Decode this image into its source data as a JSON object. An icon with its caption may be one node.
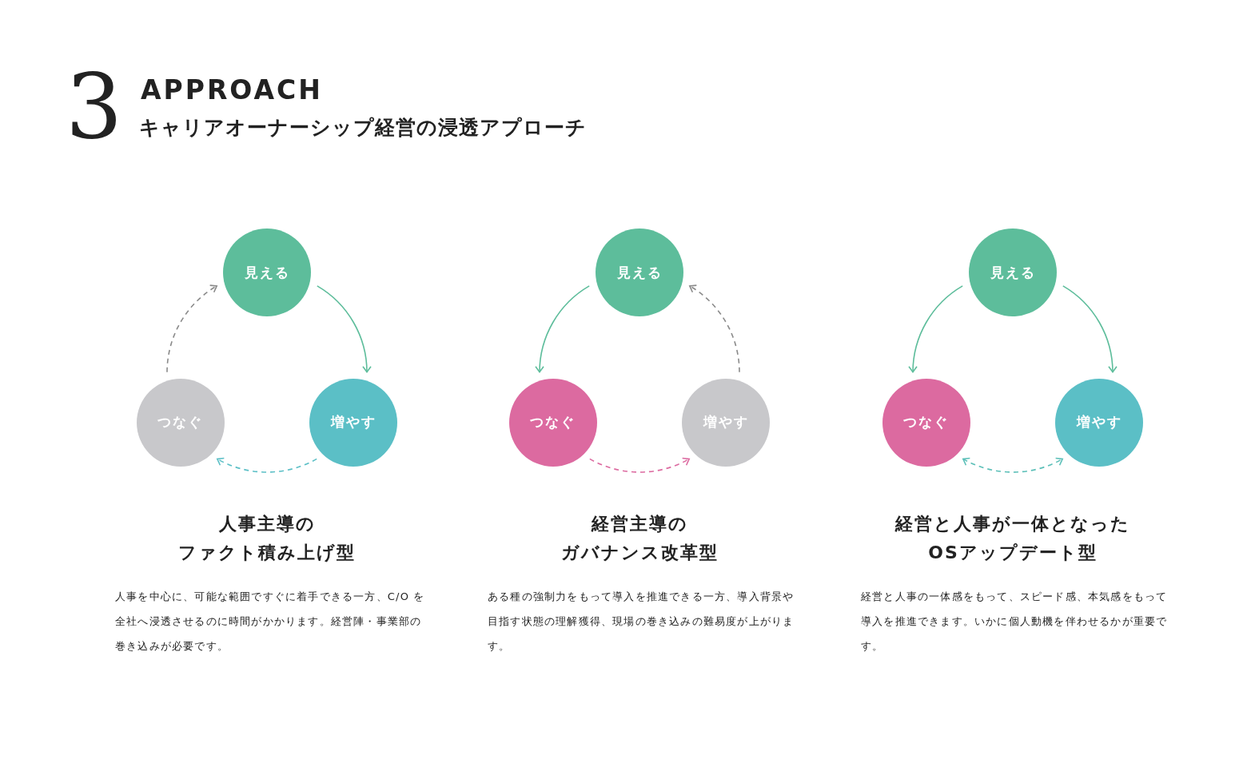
{
  "diagram": {
    "title": "キャリアオーナーシップ経営の浸透アプローチ",
    "nodes": [
      {
        "text": [
          "見える"
        ]
      },
      {
        "text": [
          "つなぐ"
        ]
      },
      {
        "text": [
          "増やす"
        ]
      },
      {
        "text": [
          "見える"
        ]
      },
      {
        "text": [
          "つなぐ"
        ]
      },
      {
        "text": [
          "増やす"
        ]
      },
      {
        "text": [
          "見える"
        ]
      },
      {
        "text": [
          "つなぐ"
        ]
      },
      {
        "text": [
          "増やす"
        ]
      }
    ],
    "edges": [
      {
        "from": 0,
        "to": 2,
        "arrow": "to",
        "color": "#5dbd9b"
      },
      {
        "from": 2,
        "to": 1,
        "arrow": "to",
        "style": "dashed",
        "color": "#5bbfc6"
      },
      {
        "from": 1,
        "to": 0,
        "arrow": "to",
        "style": "dashed",
        "color": "#8a8a8a"
      },
      {
        "from": 3,
        "to": 4,
        "arrow": "to",
        "color": "#5dbd9b"
      },
      {
        "from": 4,
        "to": 5,
        "arrow": "to",
        "style": "dashed",
        "color": "#dc6aa0"
      },
      {
        "from": 5,
        "to": 3,
        "arrow": "to",
        "style": "dashed",
        "color": "#8a8a8a"
      },
      {
        "from": 6,
        "to": 7,
        "arrow": "to",
        "color": "#5dbd9b"
      },
      {
        "from": 6,
        "to": 8,
        "arrow": "to",
        "color": "#5dbd9b"
      },
      {
        "from": 7,
        "to": 8,
        "arrow": "both",
        "style": "dashed",
        "color": "#5bbfb8"
      }
    ],
    "labels": [
      "3",
      "APPROACH",
      "人事主導の",
      "ファクト積み上げ型",
      "経営主導の",
      "ガバナンス改革型",
      "経営と人事が一体となった",
      "OSアップデート型",
      "人事を中心に、可能な範囲ですぐに着手できる一方、C/O を全社へ浸透させるのに時間がかかります。経営陣・事業部の巻き込みが必要です。",
      "ある種の強制力をもって導入を推進できる一方、導入背景や目指す状態の理解獲得、現場の巻き込みの難易度が上がります。",
      "経営と人事の一体感をもって、スピード感、本気感をもって導入を推進できます。いかに個人動機を伴わせるかが重要です。"
    ]
  }
}
